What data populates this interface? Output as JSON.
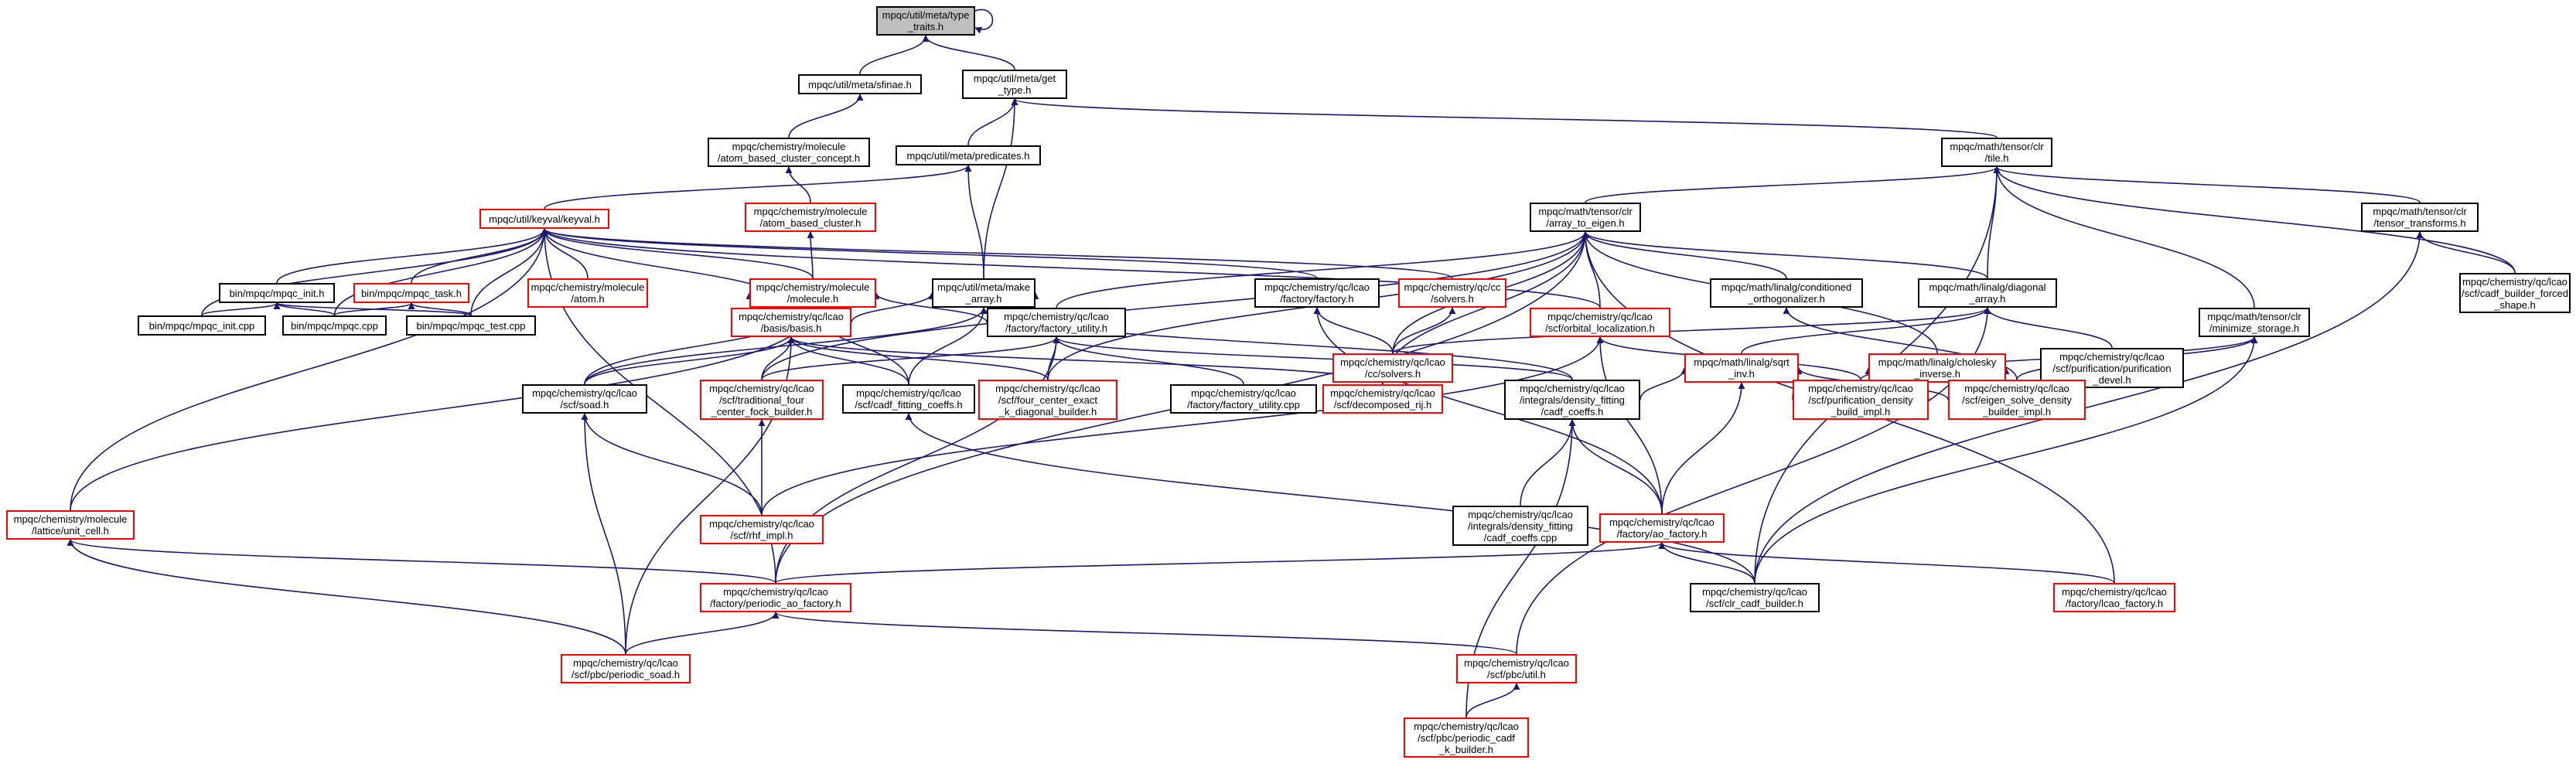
{
  "colors": {
    "edge": "#191970",
    "border_normal": "#000000",
    "border_truncated": "#ff0000",
    "focus_fill": "#bfbfbf"
  },
  "nodes": [
    {
      "id": "type_traits",
      "label": "mpqc/util/meta/type\n_traits.h",
      "style": "gray"
    },
    {
      "id": "sfinae",
      "label": "mpqc/util/meta/sfinae.h",
      "style": "black"
    },
    {
      "id": "get_type",
      "label": "mpqc/util/meta/get\n_type.h",
      "style": "black"
    },
    {
      "id": "abc_concept",
      "label": "mpqc/chemistry/molecule\n/atom_based_cluster_concept.h",
      "style": "black"
    },
    {
      "id": "predicates",
      "label": "mpqc/util/meta/predicates.h",
      "style": "black"
    },
    {
      "id": "tile",
      "label": "mpqc/math/tensor/clr\n/tile.h",
      "style": "black"
    },
    {
      "id": "keyval",
      "label": "mpqc/util/keyval/keyval.h",
      "style": "red"
    },
    {
      "id": "abc",
      "label": "mpqc/chemistry/molecule\n/atom_based_cluster.h",
      "style": "red"
    },
    {
      "id": "array_to_eigen",
      "label": "mpqc/math/tensor/clr\n/array_to_eigen.h",
      "style": "black"
    },
    {
      "id": "tensor_transforms",
      "label": "mpqc/math/tensor/clr\n/tensor_transforms.h",
      "style": "black"
    },
    {
      "id": "mpqc_init_h",
      "label": "bin/mpqc/mpqc_init.h",
      "style": "black"
    },
    {
      "id": "mpqc_task",
      "label": "bin/mpqc/mpqc_task.h",
      "style": "red"
    },
    {
      "id": "atom",
      "label": "mpqc/chemistry/molecule\n/atom.h",
      "style": "red"
    },
    {
      "id": "molecule",
      "label": "mpqc/chemistry/molecule\n/molecule.h",
      "style": "red"
    },
    {
      "id": "make_array",
      "label": "mpqc/util/meta/make\n_array.h",
      "style": "black"
    },
    {
      "id": "factory",
      "label": "mpqc/chemistry/qc/lcao\n/factory/factory.h",
      "style": "black"
    },
    {
      "id": "cc_solvers",
      "label": "mpqc/chemistry/qc/cc\n/solvers.h",
      "style": "red"
    },
    {
      "id": "conditioned",
      "label": "mpqc/math/linalg/conditioned\n_orthogonalizer.h",
      "style": "black"
    },
    {
      "id": "diagonal_array",
      "label": "mpqc/math/linalg/diagonal\n_array.h",
      "style": "black"
    },
    {
      "id": "cadf_builder_forced",
      "label": "mpqc/chemistry/qc/lcao\n/scf/cadf_builder_forced\n_shape.h",
      "style": "black"
    },
    {
      "id": "mpqc_init_cpp",
      "label": "bin/mpqc/mpqc_init.cpp",
      "style": "black"
    },
    {
      "id": "mpqc_cpp",
      "label": "bin/mpqc/mpqc.cpp",
      "style": "black"
    },
    {
      "id": "mpqc_test",
      "label": "bin/mpqc/mpqc_test.cpp",
      "style": "black"
    },
    {
      "id": "basis",
      "label": "mpqc/chemistry/qc/lcao\n/basis/basis.h",
      "style": "red"
    },
    {
      "id": "factory_utility",
      "label": "mpqc/chemistry/qc/lcao\n/factory/factory_utility.h",
      "style": "black"
    },
    {
      "id": "lcao_cc_solvers",
      "label": "mpqc/chemistry/qc/lcao\n/cc/solvers.h",
      "style": "red"
    },
    {
      "id": "orbital_loc",
      "label": "mpqc/chemistry/qc/lcao\n/scf/orbital_localization.h",
      "style": "red"
    },
    {
      "id": "sqrt_inv",
      "label": "mpqc/math/linalg/sqrt\n_inv.h",
      "style": "red"
    },
    {
      "id": "cholesky",
      "label": "mpqc/math/linalg/cholesky\n_inverse.h",
      "style": "red"
    },
    {
      "id": "purification_devel",
      "label": "mpqc/chemistry/qc/lcao\n/scf/purification/purification\n_devel.h",
      "style": "black"
    },
    {
      "id": "minimize_storage",
      "label": "mpqc/math/tensor/clr\n/minimize_storage.h",
      "style": "black"
    },
    {
      "id": "soad",
      "label": "mpqc/chemistry/qc/lcao\n/scf/soad.h",
      "style": "black"
    },
    {
      "id": "trad_four",
      "label": "mpqc/chemistry/qc/lcao\n/scf/traditional_four\n_center_fock_builder.h",
      "style": "red"
    },
    {
      "id": "cadf_fitting",
      "label": "mpqc/chemistry/qc/lcao\n/scf/cadf_fitting_coeffs.h",
      "style": "black"
    },
    {
      "id": "four_center_exact",
      "label": "mpqc/chemistry/qc/lcao\n/scf/four_center_exact\n_k_diagonal_builder.h",
      "style": "red"
    },
    {
      "id": "factory_utility_cpp",
      "label": "mpqc/chemistry/qc/lcao\n/factory/factory_utility.cpp",
      "style": "black"
    },
    {
      "id": "decomposed_rij",
      "label": "mpqc/chemistry/qc/lcao\n/scf/decomposed_rij.h",
      "style": "red"
    },
    {
      "id": "density_fitting",
      "label": "mpqc/chemistry/qc/lcao\n/integrals/density_fitting\n/cadf_coeffs.h",
      "style": "black"
    },
    {
      "id": "purification_build",
      "label": "mpqc/chemistry/qc/lcao\n/scf/purification_density\n_build_impl.h",
      "style": "red"
    },
    {
      "id": "eigen_solve",
      "label": "mpqc/chemistry/qc/lcao\n/scf/eigen_solve_density\n_builder_impl.h",
      "style": "red"
    },
    {
      "id": "unit_cell",
      "label": "mpqc/chemistry/molecule\n/lattice/unit_cell.h",
      "style": "red"
    },
    {
      "id": "rhf_impl",
      "label": "mpqc/chemistry/qc/lcao\n/scf/rhf_impl.h",
      "style": "red"
    },
    {
      "id": "df_cpp",
      "label": "mpqc/chemistry/qc/lcao\n/integrals/density_fitting\n/cadf_coeffs.cpp",
      "style": "black"
    },
    {
      "id": "ao_factory",
      "label": "mpqc/chemistry/qc/lcao\n/factory/ao_factory.h",
      "style": "red"
    },
    {
      "id": "periodic_ao",
      "label": "mpqc/chemistry/qc/lcao\n/factory/periodic_ao_factory.h",
      "style": "red"
    },
    {
      "id": "clr_cadf",
      "label": "mpqc/chemistry/qc/lcao\n/scf/clr_cadf_builder.h",
      "style": "black"
    },
    {
      "id": "lcao_factory",
      "label": "mpqc/chemistry/qc/lcao\n/factory/lcao_factory.h",
      "style": "red"
    },
    {
      "id": "periodic_soad",
      "label": "mpqc/chemistry/qc/lcao\n/scf/pbc/periodic_soad.h",
      "style": "red"
    },
    {
      "id": "pbc_util",
      "label": "mpqc/chemistry/qc/lcao\n/scf/pbc/util.h",
      "style": "red"
    },
    {
      "id": "periodic_cadf",
      "label": "mpqc/chemistry/qc/lcao\n/scf/pbc/periodic_cadf\n_k_builder.h",
      "style": "red"
    }
  ],
  "edges": [
    [
      "type_traits",
      "type_traits"
    ],
    [
      "sfinae",
      "type_traits"
    ],
    [
      "get_type",
      "type_traits"
    ],
    [
      "abc_concept",
      "sfinae"
    ],
    [
      "predicates",
      "get_type"
    ],
    [
      "make_array",
      "get_type"
    ],
    [
      "tile",
      "get_type"
    ],
    [
      "abc",
      "abc_concept"
    ],
    [
      "keyval",
      "predicates"
    ],
    [
      "make_array",
      "predicates"
    ],
    [
      "array_to_eigen",
      "tile"
    ],
    [
      "tensor_transforms",
      "tile"
    ],
    [
      "cadf_builder_forced",
      "tile"
    ],
    [
      "diagonal_array",
      "tile"
    ],
    [
      "minimize_storage",
      "tile"
    ],
    [
      "clr_cadf",
      "tile"
    ],
    [
      "molecule",
      "abc"
    ],
    [
      "mpqc_init_h",
      "keyval"
    ],
    [
      "mpqc_task",
      "keyval"
    ],
    [
      "atom",
      "keyval"
    ],
    [
      "molecule",
      "keyval"
    ],
    [
      "factory",
      "keyval"
    ],
    [
      "cc_solvers",
      "keyval"
    ],
    [
      "orbital_loc",
      "keyval"
    ],
    [
      "basis",
      "keyval"
    ],
    [
      "mpqc_init_cpp",
      "keyval"
    ],
    [
      "mpqc_cpp",
      "keyval"
    ],
    [
      "mpqc_test",
      "keyval"
    ],
    [
      "unit_cell",
      "keyval"
    ],
    [
      "periodic_ao",
      "keyval"
    ],
    [
      "conditioned",
      "array_to_eigen"
    ],
    [
      "diagonal_array",
      "array_to_eigen"
    ],
    [
      "factory_utility",
      "array_to_eigen"
    ],
    [
      "lcao_cc_solvers",
      "array_to_eigen"
    ],
    [
      "orbital_loc",
      "array_to_eigen"
    ],
    [
      "cholesky",
      "array_to_eigen"
    ],
    [
      "trad_four",
      "array_to_eigen"
    ],
    [
      "four_center_exact",
      "array_to_eigen"
    ],
    [
      "decomposed_rij",
      "array_to_eigen"
    ],
    [
      "periodic_ao",
      "array_to_eigen"
    ],
    [
      "lcao_factory",
      "array_to_eigen"
    ],
    [
      "cadf_builder_forced",
      "tensor_transforms"
    ],
    [
      "clr_cadf",
      "tensor_transforms"
    ],
    [
      "mpqc_init_cpp",
      "mpqc_init_h"
    ],
    [
      "mpqc_cpp",
      "mpqc_init_h"
    ],
    [
      "mpqc_test",
      "mpqc_init_h"
    ],
    [
      "mpqc_cpp",
      "mpqc_task"
    ],
    [
      "mpqc_test",
      "mpqc_task"
    ],
    [
      "basis",
      "molecule"
    ],
    [
      "factory_utility",
      "molecule"
    ],
    [
      "soad",
      "molecule"
    ],
    [
      "cadf_fitting",
      "molecule"
    ],
    [
      "unit_cell",
      "molecule"
    ],
    [
      "basis",
      "make_array"
    ],
    [
      "factory_utility",
      "make_array"
    ],
    [
      "soad",
      "make_array"
    ],
    [
      "cadf_fitting",
      "make_array"
    ],
    [
      "density_fitting",
      "make_array"
    ],
    [
      "lcao_cc_solvers",
      "factory"
    ],
    [
      "ao_factory",
      "factory"
    ],
    [
      "lcao_cc_solvers",
      "cc_solvers"
    ],
    [
      "eigen_solve",
      "conditioned"
    ],
    [
      "lcao_cc_solvers",
      "diagonal_array"
    ],
    [
      "sqrt_inv",
      "diagonal_array"
    ],
    [
      "purification_devel",
      "diagonal_array"
    ],
    [
      "pbc_util",
      "diagonal_array"
    ],
    [
      "trad_four",
      "basis"
    ],
    [
      "soad",
      "basis"
    ],
    [
      "cadf_fitting",
      "basis"
    ],
    [
      "four_center_exact",
      "basis"
    ],
    [
      "decomposed_rij",
      "basis"
    ],
    [
      "periodic_soad",
      "basis"
    ],
    [
      "trad_four",
      "factory_utility"
    ],
    [
      "four_center_exact",
      "factory_utility"
    ],
    [
      "factory_utility_cpp",
      "factory_utility"
    ],
    [
      "density_fitting",
      "factory_utility"
    ],
    [
      "periodic_ao",
      "factory_utility"
    ],
    [
      "purification_build",
      "orbital_loc"
    ],
    [
      "rhf_impl",
      "orbital_loc"
    ],
    [
      "ao_factory",
      "orbital_loc"
    ],
    [
      "density_fitting",
      "sqrt_inv"
    ],
    [
      "purification_build",
      "sqrt_inv"
    ],
    [
      "eigen_solve",
      "sqrt_inv"
    ],
    [
      "ao_factory",
      "sqrt_inv"
    ],
    [
      "purification_build",
      "cholesky"
    ],
    [
      "eigen_solve",
      "cholesky"
    ],
    [
      "purification_build",
      "minimize_storage"
    ],
    [
      "eigen_solve",
      "minimize_storage"
    ],
    [
      "clr_cadf",
      "minimize_storage"
    ],
    [
      "rhf_impl",
      "soad"
    ],
    [
      "periodic_soad",
      "soad"
    ],
    [
      "rhf_impl",
      "trad_four"
    ],
    [
      "clr_cadf",
      "cadf_fitting"
    ],
    [
      "df_cpp",
      "density_fitting"
    ],
    [
      "ao_factory",
      "density_fitting"
    ],
    [
      "periodic_cadf",
      "density_fitting"
    ],
    [
      "periodic_ao",
      "unit_cell"
    ],
    [
      "periodic_soad",
      "unit_cell"
    ],
    [
      "clr_cadf",
      "ao_factory"
    ],
    [
      "lcao_factory",
      "ao_factory"
    ],
    [
      "periodic_ao",
      "ao_factory"
    ],
    [
      "periodic_soad",
      "periodic_ao"
    ],
    [
      "pbc_util",
      "periodic_ao"
    ],
    [
      "periodic_cadf",
      "pbc_util"
    ]
  ]
}
